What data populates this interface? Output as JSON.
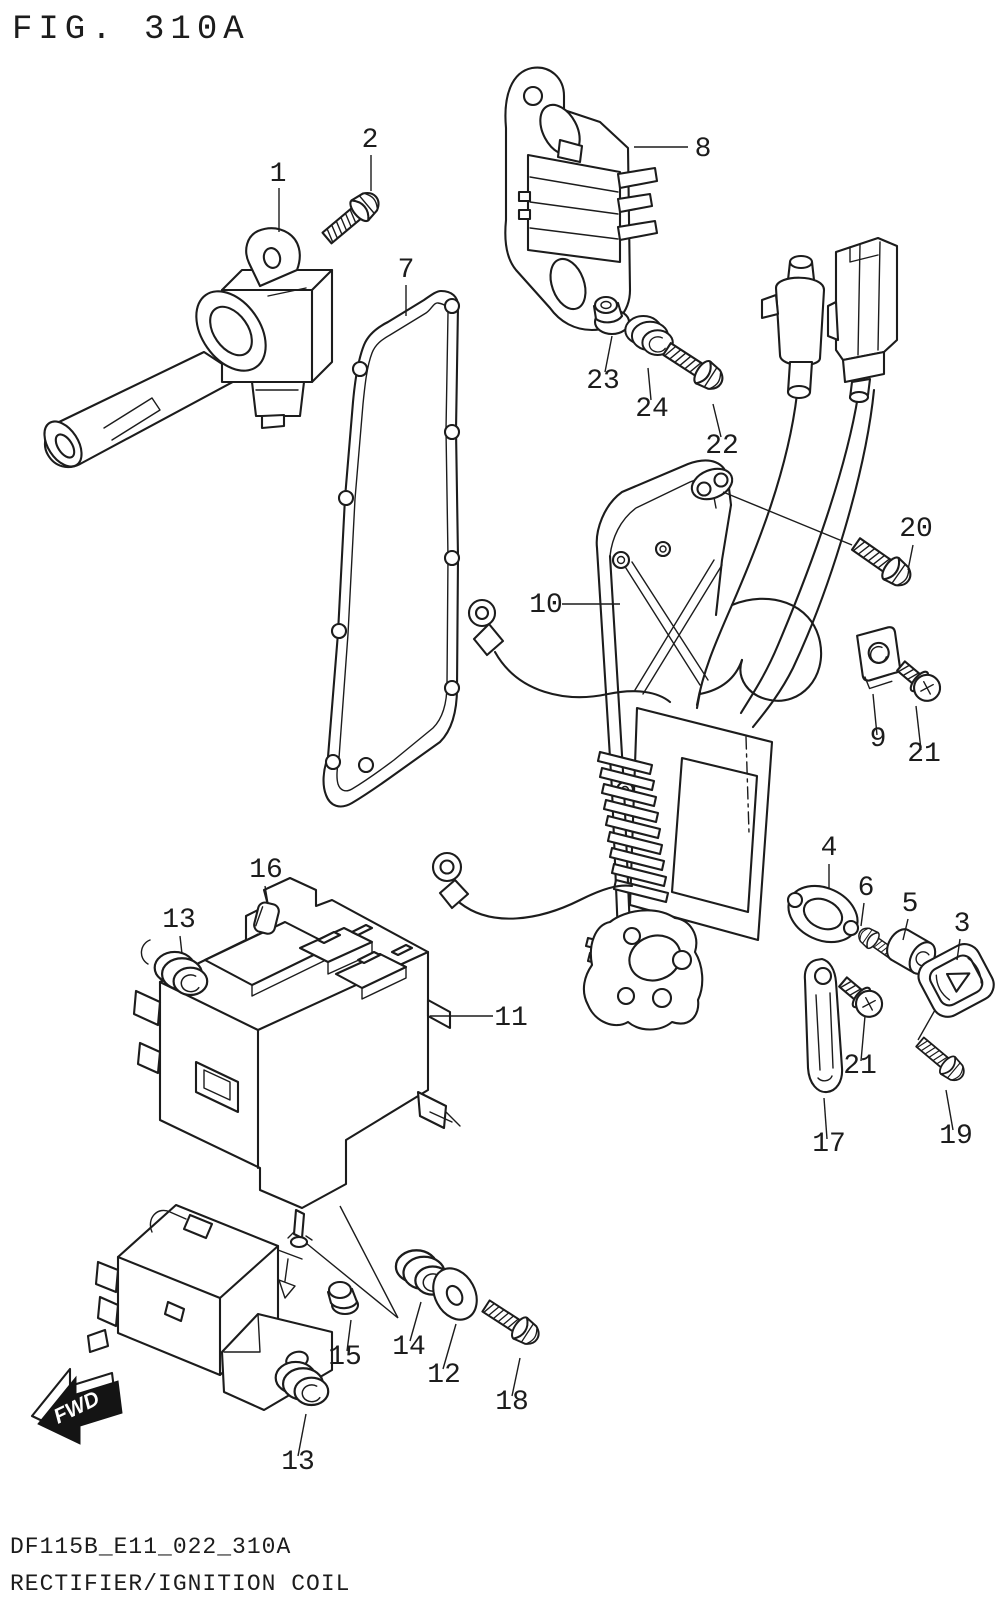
{
  "figure": {
    "title": "FIG. 310A",
    "drawing_code": "DF115B_E11_022_310A",
    "drawing_title": "RECTIFIER/IGNITION COIL",
    "fwd_label": "FWD"
  },
  "callouts": [
    {
      "part": "1"
    },
    {
      "part": "2"
    },
    {
      "part": "7"
    },
    {
      "part": "8"
    },
    {
      "part": "23"
    },
    {
      "part": "24"
    },
    {
      "part": "22"
    },
    {
      "part": "20"
    },
    {
      "part": "10"
    },
    {
      "part": "9"
    },
    {
      "part": "21"
    },
    {
      "part": "16"
    },
    {
      "part": "13"
    },
    {
      "part": "4"
    },
    {
      "part": "6"
    },
    {
      "part": "5"
    },
    {
      "part": "3"
    },
    {
      "part": "11"
    },
    {
      "part": "21"
    },
    {
      "part": "17"
    },
    {
      "part": "19"
    },
    {
      "part": "15"
    },
    {
      "part": "14"
    },
    {
      "part": "12"
    },
    {
      "part": "18"
    },
    {
      "part": "13"
    }
  ]
}
